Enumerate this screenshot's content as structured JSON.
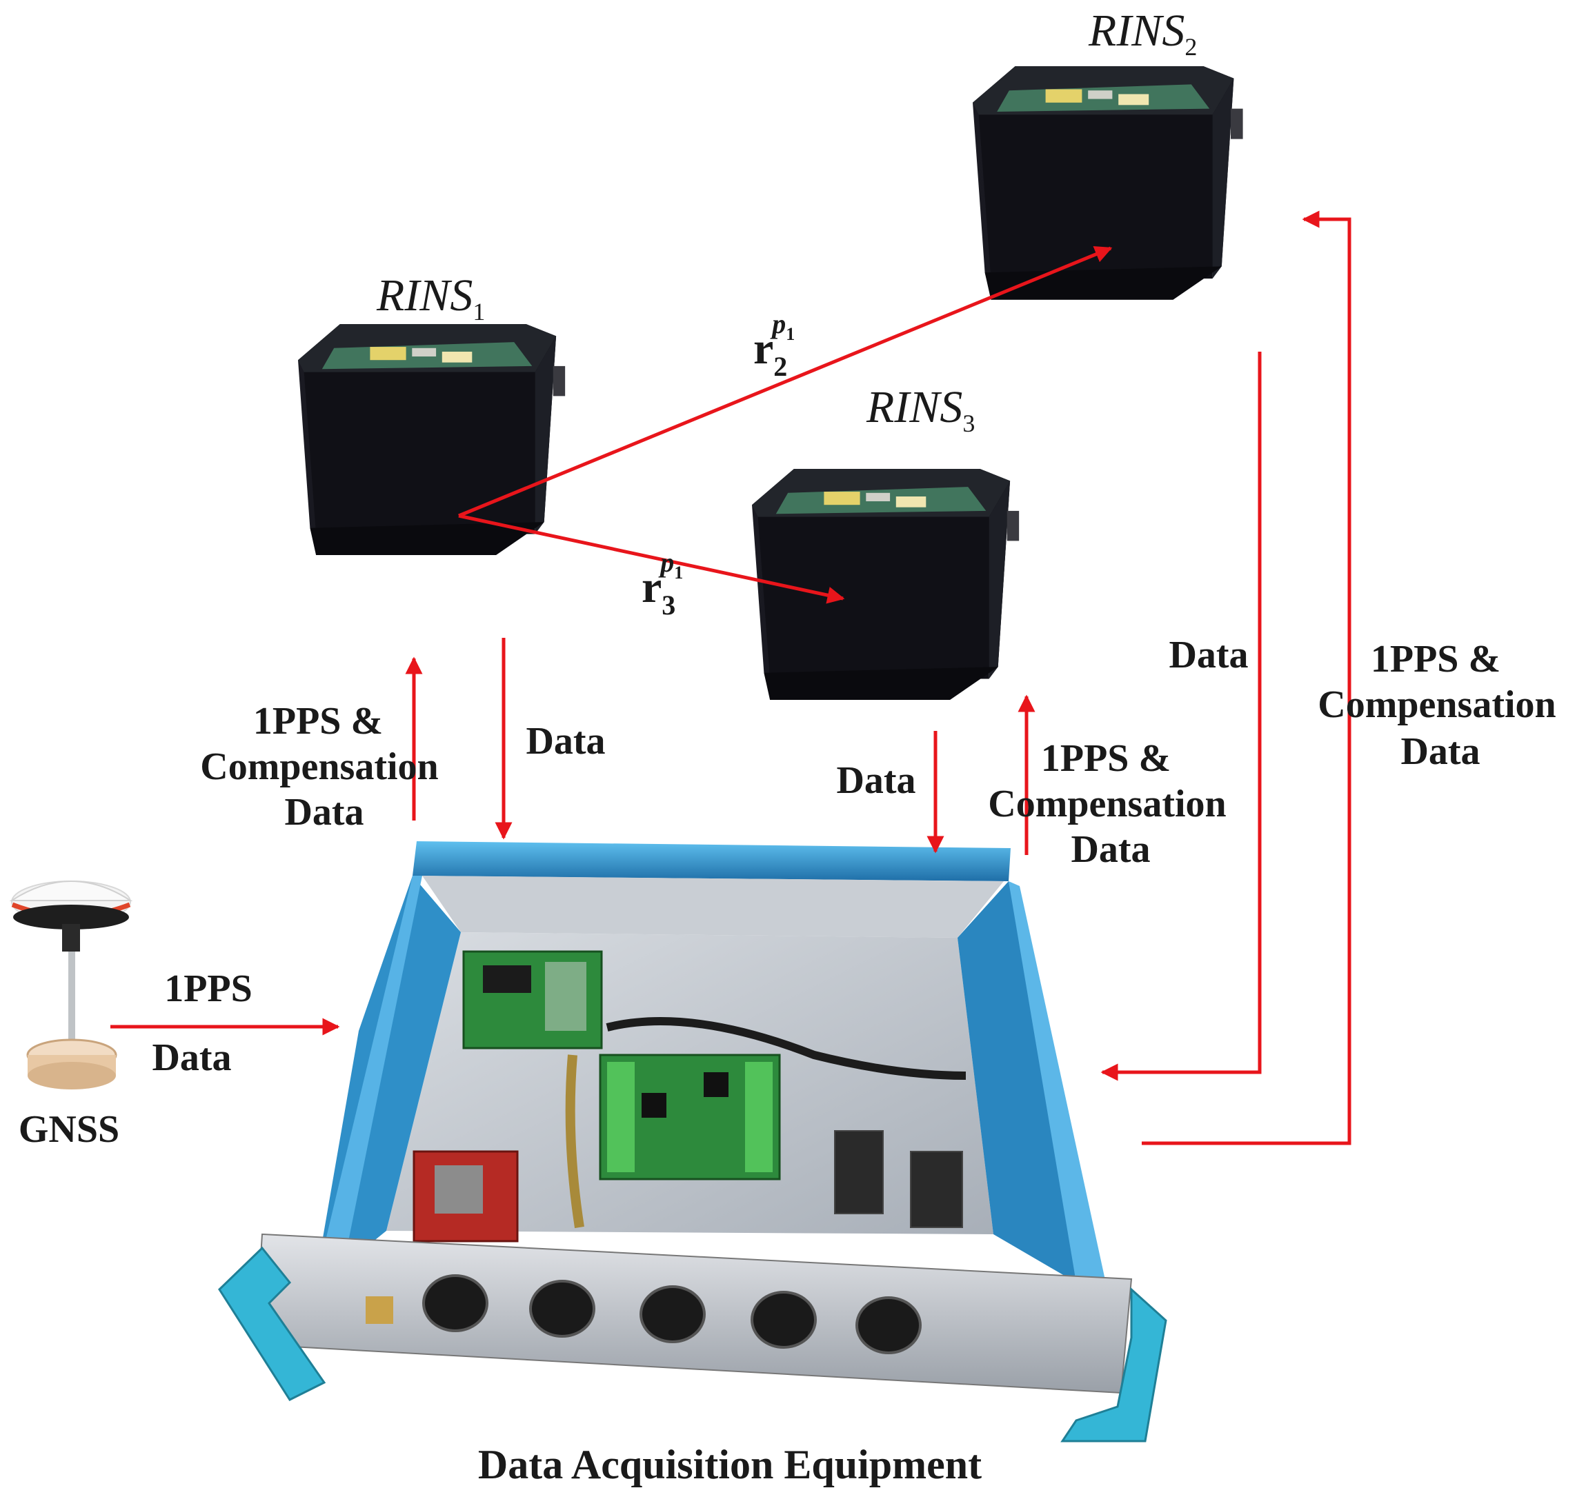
{
  "colors": {
    "arrow": "#e8151b",
    "rins_body": "#0e0e14",
    "chassis": "#2f8fc8",
    "board": "#2d8a3c"
  },
  "nodes": {
    "rins1": {
      "name": "RINS",
      "sub": "1"
    },
    "rins2": {
      "name": "RINS",
      "sub": "2"
    },
    "rins3": {
      "name": "RINS",
      "sub": "3"
    },
    "gnss": {
      "label": "GNSS"
    },
    "daq": {
      "label": "Data Acquisition Equipment"
    }
  },
  "vectors": {
    "r2": {
      "base": "r",
      "sub": "2",
      "sup": "p",
      "supsub": "1"
    },
    "r3": {
      "base": "r",
      "sub": "3",
      "sup": "p",
      "supsub": "1"
    }
  },
  "labels": {
    "rins1_down": "Data",
    "rins1_up": [
      "1PPS &",
      "Compensation",
      "Data"
    ],
    "rins3_down": "Data",
    "rins3_up": [
      "1PPS &",
      "Compensation",
      "Data"
    ],
    "rins2_down": "Data",
    "rins2_up": [
      "1PPS &",
      "Compensation",
      "Data"
    ],
    "gnss_link": [
      "1PPS",
      "Data"
    ]
  }
}
